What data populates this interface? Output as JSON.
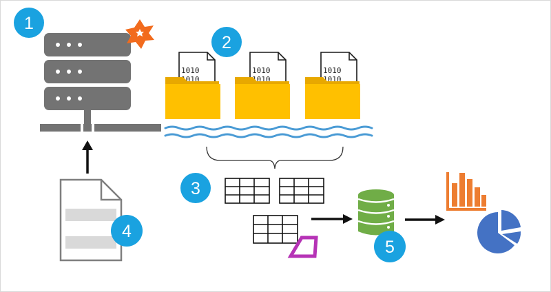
{
  "steps": [
    "1",
    "2",
    "3",
    "4",
    "5"
  ],
  "file_content": [
    "1010",
    "1010"
  ],
  "colors": {
    "badge": "#1aa2e0",
    "server": "#737373",
    "folder": "#ffc000",
    "folder_tab": "#e8a800",
    "lake_wave": "#4a9bd5",
    "table_grid": "#111111",
    "delta": "#b633b6",
    "database": "#70ad47",
    "bar_chart": "#ed7d31",
    "pie_chart": "#4472c4",
    "star": "#f26b1d",
    "arrow": "#111111",
    "document": "#7f7f7f",
    "document_block": "#d9d9d9"
  },
  "icons": {
    "server": "server-rack-icon",
    "star": "star-burst-icon",
    "folder": "folder-icon",
    "file": "binary-file-icon",
    "table": "table-grid-icon",
    "delta": "delta-icon",
    "database": "database-icon",
    "bar_chart": "bar-chart-icon",
    "pie_chart": "pie-chart-icon",
    "document": "document-icon"
  }
}
